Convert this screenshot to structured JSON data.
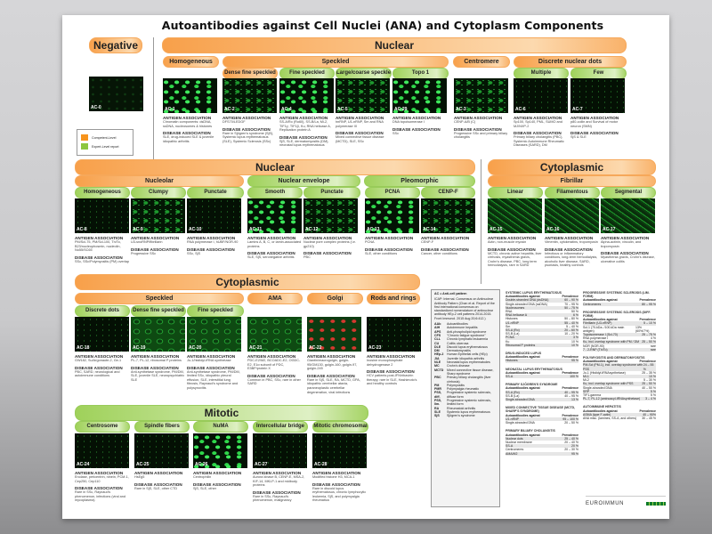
{
  "title": "Autoantibodies against Cell Nuclei (ANA) and Cytoplasm Components",
  "legend": {
    "competent": "Competent-Level",
    "expert": "Expert-Level report",
    "competent_color": "#f7941d",
    "expert_color": "#8dc63f"
  },
  "pills": {
    "negative": "Negative",
    "nuclear_top": "Nuclear",
    "homogeneous": "Homogeneous",
    "speckled": "Speckled",
    "centromere": "Centromere",
    "discrete_dots": "Discrete nuclear dots",
    "dense_fine": "Dense fine speckled",
    "fine": "Fine speckled",
    "large_coarse": "Large/coarse speckled",
    "topo1": "Topo 1",
    "multiple": "Multiple",
    "few": "Few",
    "nuclear_2": "Nuclear",
    "nucleolar": "Nucleolar",
    "nuclear_envelope": "Nuclear envelope",
    "pleomorphic": "Pleomorphic",
    "nuc_homogeneous": "Homogeneous",
    "clumpy": "Clumpy",
    "nuc_punctate": "Punctate",
    "smooth": "Smooth",
    "env_punctate": "Punctate",
    "pcna": "PCNA",
    "cenpf": "CENP-F",
    "cytoplasmic_right": "Cytoplasmic",
    "fibrillar": "Fibrillar",
    "linear": "Linear",
    "filamentous": "Filamentous",
    "segmental": "Segmental",
    "cytoplasmic": "Cytoplasmic",
    "cyto_speckled": "Speckled",
    "ama": "AMA",
    "golgi": "Golgi",
    "rods_rings": "Rods and rings",
    "discrete_dots_c": "Discrete dots",
    "dense_fine_c": "Dense fine speckled",
    "fine_c": "Fine speckled",
    "mitotic": "Mitotic",
    "centrosome": "Centrosome",
    "spindle": "Spindle fibers",
    "numa": "NuMA",
    "intercellular_bridge": "Intercellular bridge",
    "mitotic_chromosomal": "Mitotic chromosomal"
  },
  "labels": {
    "antigen": "ANTIGEN ASSOCIATION",
    "disease": "DISEASE ASSOCIATION"
  },
  "tiles": [
    {
      "id": "AC-0",
      "antigen": "",
      "disease": ""
    },
    {
      "id": "AC-1",
      "antigen": "Chromatin components: dsDNA, ssDNA, nucleosomes & histones",
      "disease": "SLE, drug-induced SLE & juvenile idiopathic arthritis"
    },
    {
      "id": "AC-2",
      "antigen": "DFS70/LEDGF",
      "disease": "Rare in Sjögren's syndrome (SjS), Systemic lupus erythematosus (SLE), Systemic Sclerosis (SSc)"
    },
    {
      "id": "AC-4",
      "antigen": "SS-A/Ro (Ro60), SS-B/La, Mi-2, TIF1γ, TIF1β, Ku, RNA helicase A, Replication protein A",
      "disease": "SjS, SLE, dermatomyositis (DM), neonatal lupus erythematosus"
    },
    {
      "id": "AC-5",
      "antigen": "hnRNP, U1-nRNP, Sm and RNA polymerase III",
      "disease": "Mixed connective tissue disease (MCTD), SLE, SSc"
    },
    {
      "id": "AC-29",
      "antigen": "DNA topoisomerase I",
      "disease": "SSc"
    },
    {
      "id": "AC-3",
      "antigen": "CENP-A/B (C)",
      "disease": "Progressive SSc and primary biliary cholangitis"
    },
    {
      "id": "AC-6",
      "antigen": "Sp100, Sp140, PML, SUMO and MJ/NXP-2",
      "disease": "Primary biliary cholangitis (PBC), Systemic Autoimmune Rheumatic Diseases (SARD), DM"
    },
    {
      "id": "AC-7",
      "antigen": "p80-coilin and Survival of motor neuron (SMN)",
      "disease": "SjS & SLE"
    },
    {
      "id": "AC-8",
      "antigen": "PM/Scl-75, PM/Scl-100, Th/To, B23/nucleophosmin, nucleolin, No55/SC65",
      "disease": "SSc, SSc/Polymyositis (PM) overlap"
    },
    {
      "id": "AC-9",
      "antigen": "U3-snoRNP/fibrillarin",
      "disease": "Progressive SSc"
    },
    {
      "id": "AC-10",
      "antigen": "RNA polymerase I, hUBF/NOR-90",
      "disease": "SSc, SjS"
    },
    {
      "id": "AC-11",
      "antigen": "Lamins A, B, C, or lamin-associated proteins",
      "disease": "SLE, SjS, seronegative arthritis"
    },
    {
      "id": "AC-12",
      "antigen": "Nuclear pore complex proteins (i.e. gp210)",
      "disease": "PBC"
    },
    {
      "id": "AC-13",
      "antigen": "PCNA",
      "disease": "SLE, other conditions"
    },
    {
      "id": "AC-14",
      "antigen": "CENP-F",
      "disease": "Cancer, other conditions"
    },
    {
      "id": "AC-15",
      "antigen": "Actin, non-muscle myosin",
      "disease": "MCTD, chronic active hepatitis, liver cirrhosis, myasthenia gravis, Crohn's disease, PBC, long term hemodialysis, rare in SARD"
    },
    {
      "id": "AC-16",
      "antigen": "Vimentin, cytokeratins, tropomyosin",
      "disease": "Infectious or inflammatory conditions, long-term hemodialysis, alcoholic liver disease, SARD, psoriasis, healthy controls"
    },
    {
      "id": "AC-17",
      "antigen": "Alpha-actinin, vinculin, and tropomyosin",
      "disease": "Myasthenia gravis, Crohn's disease, ulcerative colitis"
    },
    {
      "id": "AC-18",
      "antigen": "GW182, Su/Argonaute-2, Ge-1",
      "disease": "PBC, SARD, neurological and autoimmune conditions"
    },
    {
      "id": "AC-19",
      "antigen": "PL-7, PL-12, ribosomal P proteins",
      "disease": "Anti-synthetase syndrome, PM/DM, SLE, juvenile SLE, neuropsychiatric SLE"
    },
    {
      "id": "AC-20",
      "antigen": "Jo-1/histidyl-tRNA synthetase",
      "disease": "Anti-synthetase syndrome, PM/DM, limited SSc, idiopathic pleural effusion, SLE, interstitial lung fibrosis, Raynaud's syndrome and polysynovitis"
    },
    {
      "id": "AC-21",
      "antigen": "PDC-E2/M2, BCOADC-E2, OGDC-E2, E1α subunit of PDC, E3BP/protein X",
      "disease": "Common in PBC, SSc, rare in other SARD"
    },
    {
      "id": "AC-22",
      "antigen": "Giantin/macrogolgin, golgin-95/GM130, golgin-160, golgin-97, golgin-245",
      "disease": "Rare in SjS, SLE, RA, MCTD, GPA, idiopathic cerebellar ataxia, paraneoplastic cerebellar degeneration, viral infections"
    },
    {
      "id": "AC-23",
      "antigen": "Inosine monophosphate dehydrogenase 2",
      "disease": "HCV patients post-IFN/ribavirin therapy, rare in SLE, Hashimoto's and healthy controls"
    },
    {
      "id": "AC-24",
      "antigen": "Enolase, pericentrin, ninein, PCM-1, Cep250, Cep110",
      "disease": "Rare in SSc, Raynaud's phenomenon, infections (viral and mycoplasma)"
    },
    {
      "id": "AC-25",
      "antigen": "HsEg5",
      "disease": "Rare in SjS, SLE, other CTD"
    },
    {
      "id": "AC-26",
      "antigen": "Centrophilin",
      "disease": "SjS, SLE, other"
    },
    {
      "id": "AC-27",
      "antigen": "Aurora kinase B, CENP-E, MSA-2, KIF-14, MKLP-1 and midbody proteins",
      "disease": "Rare in SSc, Raynaud's phenomenon, malignancy"
    },
    {
      "id": "AC-28",
      "antigen": "Modified histone H3, MCA-1",
      "disease": "Rare in discoid lupus erythematosus, chronic lymphocytic leukemia, SjS, and polymyalgia rheumatica"
    }
  ],
  "abbreviations": {
    "ac": "AC = Anti-cell pattern",
    "icap": "ICAP: Internal. Consensus on Antinuclear Antibody Pattern (Chan et al. Report of the first international consensus on standardized nomenclature of antinuclear antibody HEp-2 cell patterns 2014-2015. Front Immunol. 2015 Aug 20;6:412.)",
    "items": [
      [
        "AAb",
        "Autoantibodies"
      ],
      [
        "AIH",
        "Autoimmune hepatitis"
      ],
      [
        "APS",
        "Anti-phospholipid syndrome"
      ],
      [
        "CFS",
        "\"Chronic fatigue syndrome\""
      ],
      [
        "CLL",
        "Chronic lymphatic leukaemia"
      ],
      [
        "CU",
        "Colitis ulcerosa"
      ],
      [
        "DLE",
        "Discoid lupus erythematosus"
      ],
      [
        "DM",
        "Dermatomyositis"
      ],
      [
        "HEp-2",
        "Human Epithelial cells (HEp)"
      ],
      [
        "JIA",
        "Juvenile idiopathic arthritis"
      ],
      [
        "NLE",
        "Neonatal lupus erythematodes"
      ],
      [
        "MC",
        "Crohn's disease"
      ],
      [
        "MCTD",
        "Mixed connective tissue disease, Sharp syndrome"
      ],
      [
        "PBC",
        "Primary biliary cholangitis (liver cirrhosis)"
      ],
      [
        "PM",
        "Polymyositis"
      ],
      [
        "PMR",
        "Polymyalgia rheumatic"
      ],
      [
        "PSS, diff.",
        "Progressive systemic sclerosis, diffuse form"
      ],
      [
        "PSS, lim.",
        "Progressive systemic sclerosis, limited form"
      ],
      [
        "RA",
        "Rheumatoid arthritis"
      ],
      [
        "SLE",
        "Systemic lupus erythematosus"
      ],
      [
        "SjS",
        "Sjögren's syndrome"
      ]
    ]
  },
  "tables_left": [
    {
      "title": "SYSTEMIC LUPUS ERYTHEMATOSUS",
      "header": [
        "Autoantibodies against",
        "Prevalence"
      ],
      "rows": [
        [
          "Double-stranded DNA (dsDNA)",
          "60 – 90 %"
        ],
        [
          "Single-stranded DNA (ssDNA)",
          "70 – 95 %"
        ],
        [
          "Nucleosomes",
          "50 – 75 %"
        ],
        [
          "RNA",
          "50 %"
        ],
        [
          "RNA helicase A",
          "6 %"
        ],
        [
          "Histones",
          "50 – 80 %"
        ],
        [
          "U1-nRNP",
          "55 – 40 %"
        ],
        [
          "Sm",
          "5 – 40 %"
        ],
        [
          "SS-A (Ro)",
          "20 – 60 %"
        ],
        [
          "SS-B (La)",
          "10 – 20 %"
        ],
        [
          "PCNA",
          "3 %"
        ],
        [
          "Ku",
          "10 %"
        ],
        [
          "Ribosomal P proteins",
          "10 %"
        ]
      ]
    },
    {
      "title": "DRUG-INDUCED LUPUS",
      "header": [
        "Autoantibodies against",
        "Prevalence"
      ],
      "rows": [
        [
          "Histones",
          "95 %"
        ]
      ]
    },
    {
      "title": "NEONATAL LUPUS ERYTHEMATOSUS",
      "header": [
        "Autoantibodies against",
        "Prevalence"
      ],
      "rows": [
        [
          "SS-A",
          "100 %"
        ]
      ]
    },
    {
      "title": "PRIMARY SJÖGREN'S SYNDROME",
      "header": [
        "Autoantibodies against",
        "Prevalence"
      ],
      "rows": [
        [
          "SS-A (Ro)",
          "40 – 95 %"
        ],
        [
          "SS-B (La)",
          "40 – 95 %"
        ],
        [
          "Single-stranded DNA",
          "13 %"
        ]
      ]
    },
    {
      "title": "MIXED CONNECTIVE TISSUE DISEASE (MCTD, SHARP'S SYNDROME)",
      "header": [
        "Autoantibodies against",
        "Prevalence"
      ],
      "rows": [
        [
          "U1-nRNP",
          "95 – 100 %"
        ],
        [
          "Single-stranded DNA",
          "20 – 50 %"
        ]
      ]
    },
    {
      "title": "PRIMARY BILIARY CHOLANGITIS",
      "header": [
        "Autoantibodies against",
        "Prevalence"
      ],
      "rows": [
        [
          "Nuclear dots",
          "25 – 40 %"
        ],
        [
          "Nuclear membrane",
          "20 – 40 %"
        ],
        [
          "SS-A",
          "20 %"
        ],
        [
          "Centromeres",
          "20 – 30 %"
        ],
        [
          "AMA/M2",
          "95 %"
        ]
      ]
    }
  ],
  "tables_right": [
    {
      "title": "PROGRESSIVE SYSTEMIC SCLEROSIS (LIM. FORM)",
      "header": [
        "Autoantibodies against",
        "Prevalence"
      ],
      "rows": [
        [
          "Centromeres",
          "80 – 95 %"
        ]
      ]
    },
    {
      "title": "PROGRESSIVE SYSTEMIC SCLEROSIS (DIFF. FORM)",
      "header": [
        "Autoantibodies against",
        "Prevalence"
      ],
      "rows": [
        [
          "Fibrillarin (U3-nRNP)",
          "5 – 10 %"
        ],
        [
          "Scl-1 (70-kDa- /100-kDa main antigen)",
          "13% (60%/7%)"
        ],
        [
          "Topoisomerase I (Scl-70)",
          "25 – 75 %"
        ],
        [
          "RNA polymerase I",
          "4 %"
        ],
        [
          "Ku, incl. overlap syndrome with PM / DM",
          "25 – 50 %"
        ],
        [
          "NOR (NOR-90)",
          "rare"
        ],
        [
          "7 - 2-RNP (Th/To)",
          "rare"
        ]
      ]
    },
    {
      "title": "POLYMYOSITIS AND DERMATOMYOSITIS",
      "header": [
        "Autoantibodies against",
        "Prevalence"
      ],
      "rows": [
        [
          "PM-Scl (PM-1), incl. overlap syndrome with PSS",
          "24 – 55 %"
        ],
        [
          "Jo-1 (Histidyl-tRNAsynthetase)",
          "25 – 35 %"
        ],
        [
          "Mi-1",
          "10 %"
        ],
        [
          "Mi-2",
          "5 – 30 %"
        ],
        [
          "Ku, incl. overlap syndrome with PSS",
          "25 – 50 %"
        ],
        [
          "Single-stranded DNA",
          "40 – 50 %"
        ],
        [
          "SRP",
          "5 %"
        ],
        [
          "TIF1-gamma",
          "5 %"
        ],
        [
          "PL-7, PL-12 (aminoacyl-tRNAsynthetase)",
          "3 – 4 %"
        ]
      ]
    },
    {
      "title": "AUTOIMMUNE HEPATITIS",
      "header": [
        "Autoantibodies against",
        "Prevalence"
      ],
      "rows": [
        [
          "ASMA (type F-actin)",
          "40 – 90%"
        ],
        [
          "ANA misc. (lamines, SS-A, and others)",
          "30 – 45 %"
        ]
      ]
    }
  ],
  "logo": "EUROIMMUN"
}
